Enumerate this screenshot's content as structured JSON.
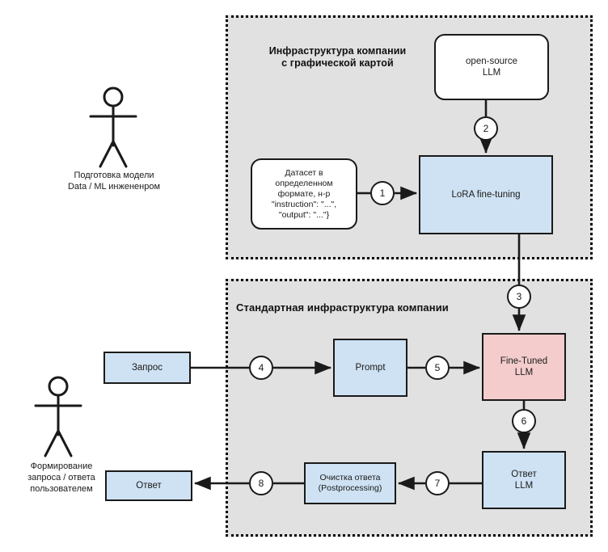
{
  "diagram": {
    "title_hidden": "LoRA fine-tuning workflow",
    "colors": {
      "group_fill": "#e1e1e1",
      "blue_fill": "#cfe2f3",
      "pink_fill": "#f4cccc",
      "white_fill": "#ffffff",
      "stroke": "#1a1a1a",
      "page_background": "#ffffff"
    },
    "groups": [
      {
        "id": "training",
        "title": "Инфраструктура\nкомпании\nс графической\nкартой"
      },
      {
        "id": "standard",
        "title": "Стандартная инфраструктура компании"
      }
    ],
    "actors": [
      {
        "id": "engineer",
        "icon": "stick-figure-icon",
        "caption": "Подготовка модели\nData / ML инжененром"
      },
      {
        "id": "user",
        "icon": "stick-figure-icon",
        "caption": "Формирование\nзапроса / ответа\nпользователем"
      }
    ],
    "nodes": [
      {
        "id": "opensource",
        "label": "open-source\nLLM",
        "fill": "white",
        "shape": "rounded-rect"
      },
      {
        "id": "dataset",
        "label": "Датасет  в\nопределенном\nформате, н-р\n\"instruction\": \"...\",\n\"output\": \"...\"}",
        "fill": "white",
        "shape": "rounded-rect"
      },
      {
        "id": "lora",
        "label": "LoRA fine-tuning",
        "fill": "blue",
        "shape": "rect"
      },
      {
        "id": "finetuned",
        "label": "Fine-Tuned\nLLM",
        "fill": "pink",
        "shape": "rect"
      },
      {
        "id": "prompt",
        "label": "Prompt",
        "fill": "blue",
        "shape": "rect"
      },
      {
        "id": "request",
        "label": "Запрос",
        "fill": "blue",
        "shape": "rect"
      },
      {
        "id": "answerllm",
        "label": "Ответ\nLLM",
        "fill": "blue",
        "shape": "rect"
      },
      {
        "id": "postproc",
        "label": "Очистка ответа\n(Postprocessing)",
        "fill": "blue",
        "shape": "rect"
      },
      {
        "id": "answer",
        "label": "Ответ",
        "fill": "blue",
        "shape": "rect"
      }
    ],
    "steps": [
      {
        "n": "1",
        "from": "dataset",
        "to": "lora"
      },
      {
        "n": "2",
        "from": "opensource",
        "to": "lora"
      },
      {
        "n": "3",
        "from": "lora",
        "to": "finetuned"
      },
      {
        "n": "4",
        "from": "request",
        "to": "prompt"
      },
      {
        "n": "5",
        "from": "prompt",
        "to": "finetuned"
      },
      {
        "n": "6",
        "from": "finetuned",
        "to": "answerllm"
      },
      {
        "n": "7",
        "from": "answerllm",
        "to": "postproc"
      },
      {
        "n": "8",
        "from": "postproc",
        "to": "answer"
      }
    ]
  }
}
